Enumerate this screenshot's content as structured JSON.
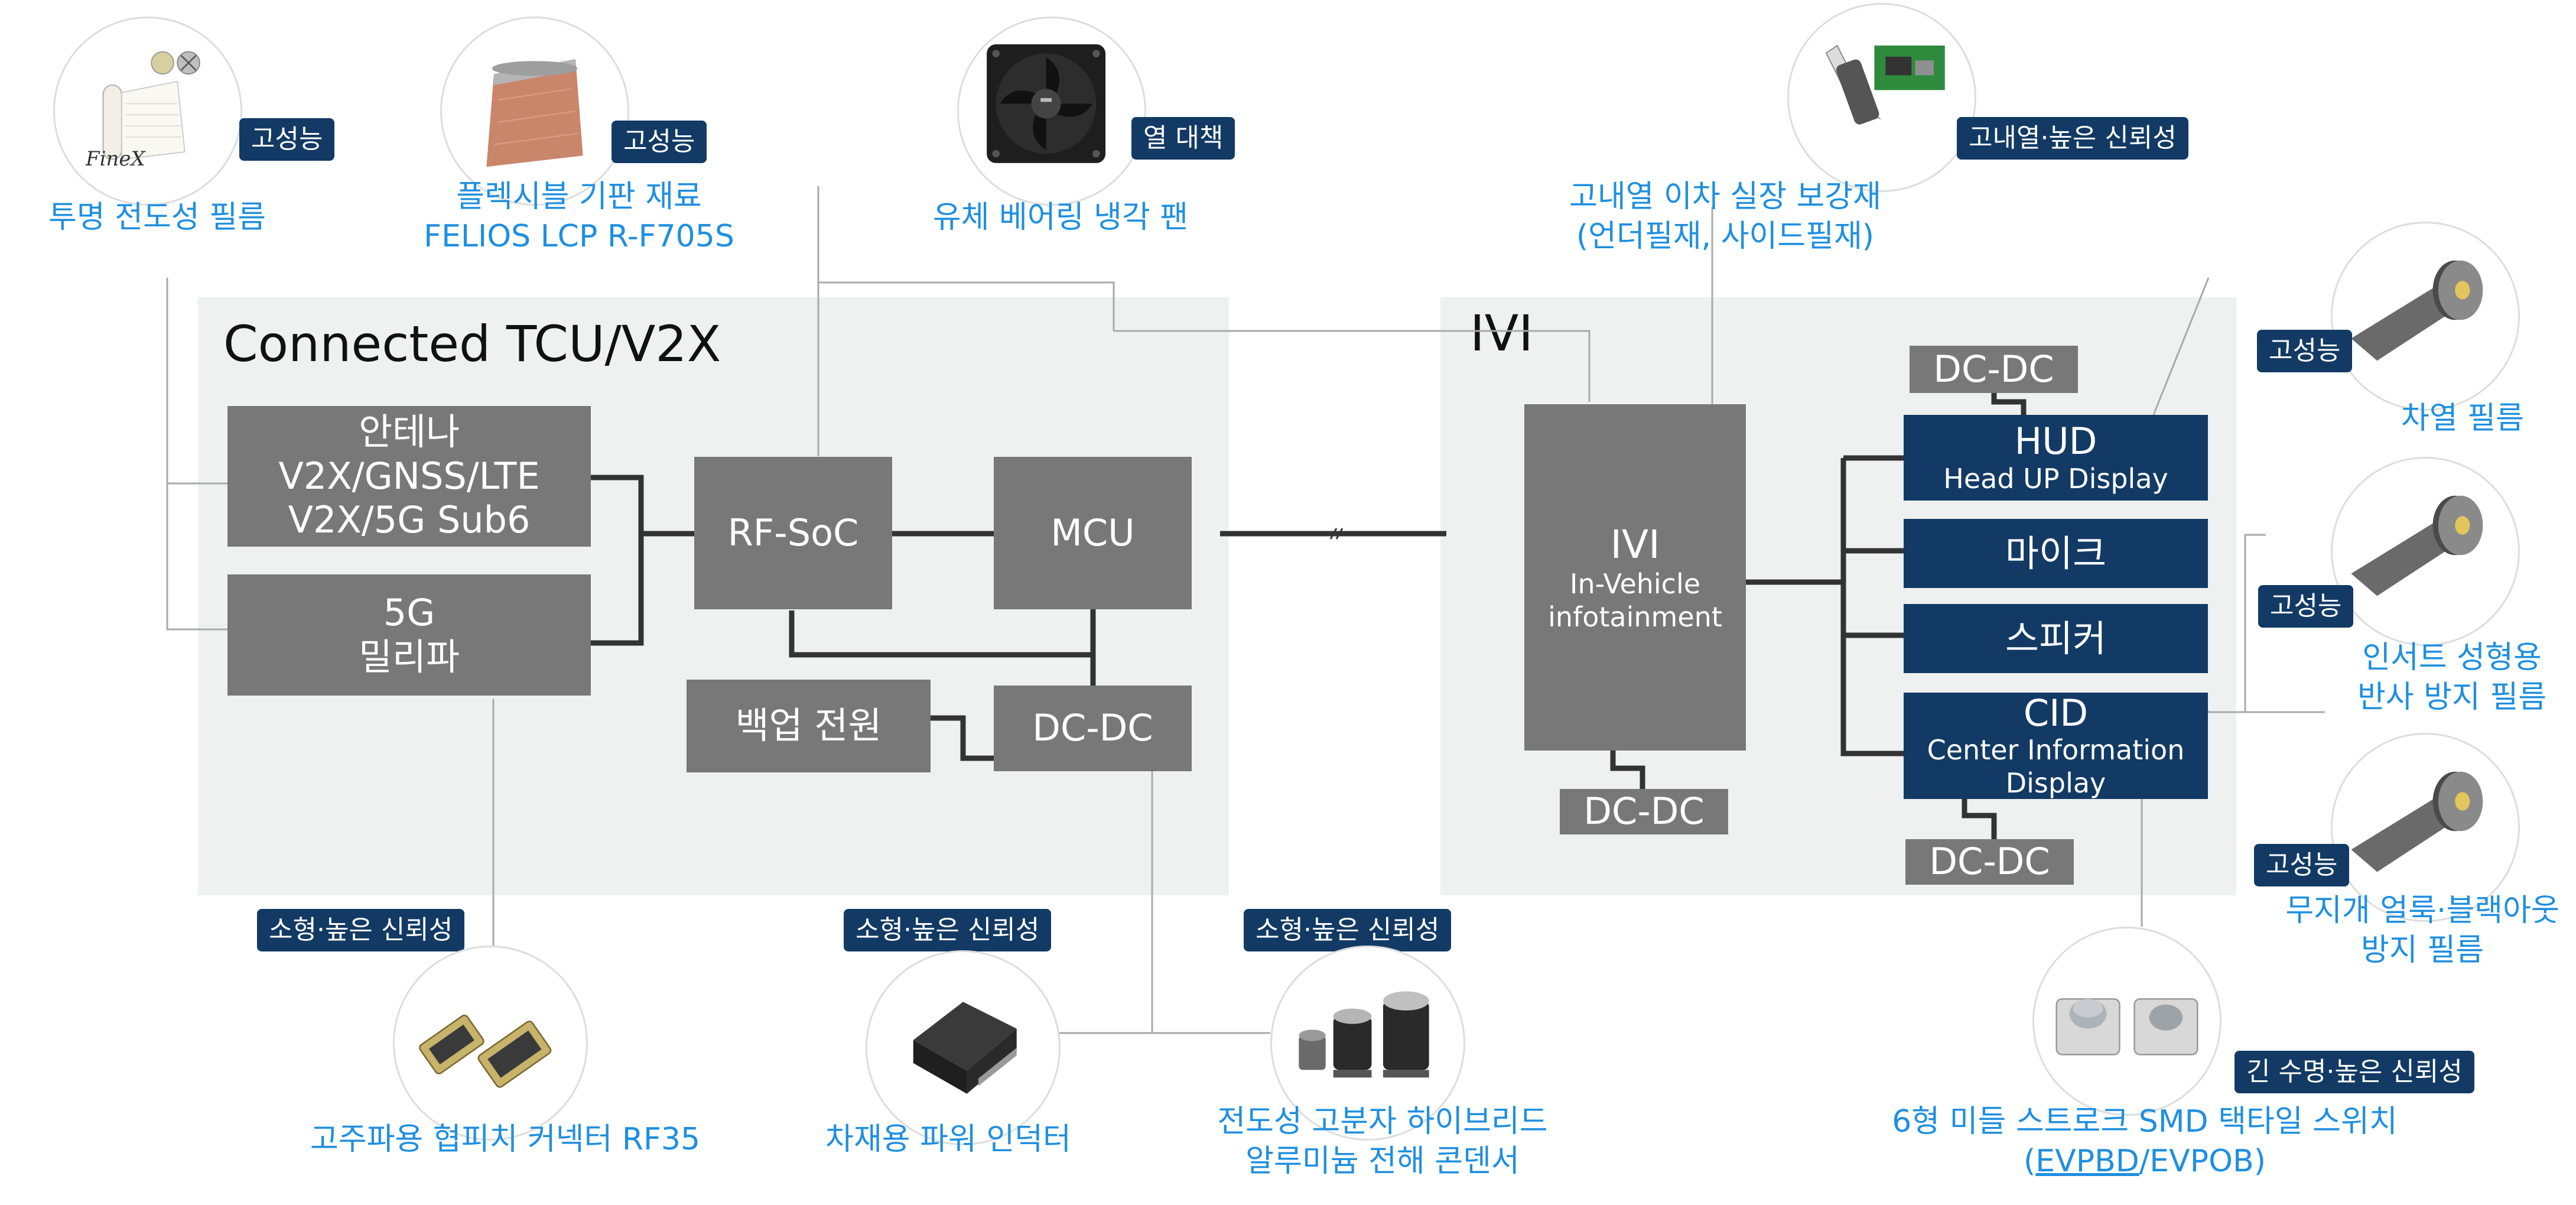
{
  "tcu": {
    "title": "Connected TCU/V2X",
    "antenna": [
      "안테나",
      "V2X/GNSS/LTE",
      "V2X/5G Sub6"
    ],
    "mmwave": [
      "5G",
      "밀리파"
    ],
    "rfsoc": "RF-SoC",
    "mcu": "MCU",
    "backup": "백업 전원",
    "dcdc": "DC-DC"
  },
  "ivi": {
    "title": "IVI",
    "box": [
      "IVI",
      "In-Vehicle",
      "infotainment"
    ],
    "dcdc": "DC-DC",
    "hud": {
      "title": "HUD",
      "sub": "Head UP Display"
    },
    "hud_dcdc": "DC-DC",
    "mic": "마이크",
    "speaker": "스피커",
    "cid": {
      "title": "CID",
      "sub1": "Center Information",
      "sub2": "Display"
    },
    "cid_dcdc": "DC-DC"
  },
  "products": {
    "film": {
      "badge": "고성능",
      "label": "투명 전도성 필름",
      "logo": "FineX"
    },
    "lcp": {
      "badge": "고성능",
      "label1": "플렉시블 기판 재료",
      "label2": "FELIOS LCP R-F705S"
    },
    "fan": {
      "badge": "열 대책",
      "label": "유체 베어링 냉각 팬"
    },
    "underfill": {
      "badge": "고내열·높은 신뢰성",
      "label1": "고내열 이차 실장 보강재",
      "label2": "(언더필재, 사이드필재)"
    },
    "heat_film": {
      "badge": "고성능",
      "label": "차열 필름"
    },
    "insert_film": {
      "badge": "고성능",
      "label1": "인서트 성형용",
      "label2": "반사 방지 필름"
    },
    "rainbow_film": {
      "badge": "고성능",
      "label1": "무지개 얼룩·블랙아웃",
      "label2": "방지 필름"
    },
    "connector": {
      "badge": "소형·높은 신뢰성",
      "label": "고주파용 협피치 커넥터 RF35"
    },
    "inductor": {
      "badge": "소형·높은 신뢰성",
      "label": "차재용 파워 인덕터"
    },
    "capacitor": {
      "badge": "소형·높은 신뢰성",
      "label1": "전도성 고분자 하이브리드",
      "label2": "알루미늄 전해 콘덴서"
    },
    "switch": {
      "badge": "긴 수명·높은 신뢰성",
      "label1": "6형 미들 스트로크 SMD 택타일 스위치",
      "label2a": "(",
      "label2b": "EVPBD",
      "label2c": "/EVPOB)"
    }
  },
  "colors": {
    "grey_box": "#787878",
    "navy_box": "#123a64",
    "panel": "#eff0f0",
    "label_blue": "#1f8fe0",
    "wire": "#333333",
    "thin_wire": "#aaaaaa"
  },
  "icons": [
    "film-product-icon",
    "lcp-product-icon",
    "fan-product-icon",
    "underfill-product-icon",
    "film-roll-icon",
    "connector-product-icon",
    "inductor-product-icon",
    "capacitor-product-icon",
    "switch-product-icon"
  ]
}
